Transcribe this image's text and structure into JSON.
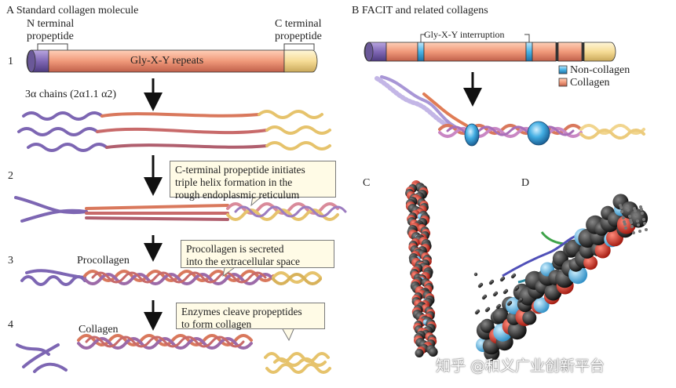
{
  "panel_a": {
    "title": "A  Standard collagen molecule",
    "n_terminal": "N terminal",
    "n_propeptide": "propeptide",
    "c_terminal": "C terminal",
    "c_propeptide": "propeptide",
    "repeat_label": "Gly-X-Y repeats",
    "step_1": "1",
    "step_2": "2",
    "step_3": "3",
    "step_4": "4",
    "chains_label": "3α chains (2α1.1 α2)",
    "callout_2": [
      "C-terminal propeptide initiates",
      "triple helix formation in the",
      "rough endoplasmic reticulum"
    ],
    "callout_3": [
      "Procollagen is secreted",
      "into the extracellular space"
    ],
    "callout_4": [
      "Enzymes cleave propeptides",
      "to form collagen"
    ],
    "procollagen_label": "Procollagen",
    "collagen_label": "Collagen"
  },
  "panel_b": {
    "title": "B  FACIT and related collagens",
    "interruption_label": "Gly-X-Y interruption",
    "legend": [
      {
        "label": "Non-collagen",
        "color": "#3fa9e0"
      },
      {
        "label": "Collagen",
        "color": "#f2a66a"
      }
    ]
  },
  "panel_c": {
    "title": "C"
  },
  "panel_d": {
    "title": "D"
  },
  "watermark": "知乎 @和义广业创新平台",
  "colors": {
    "purple": "#8a72b8",
    "orange": "#e88c6a",
    "yellow": "#f3d58a",
    "red_atom": "#cc2a1e",
    "black_atom": "#1a1a1a",
    "blue_atom": "#4fb8e8"
  }
}
